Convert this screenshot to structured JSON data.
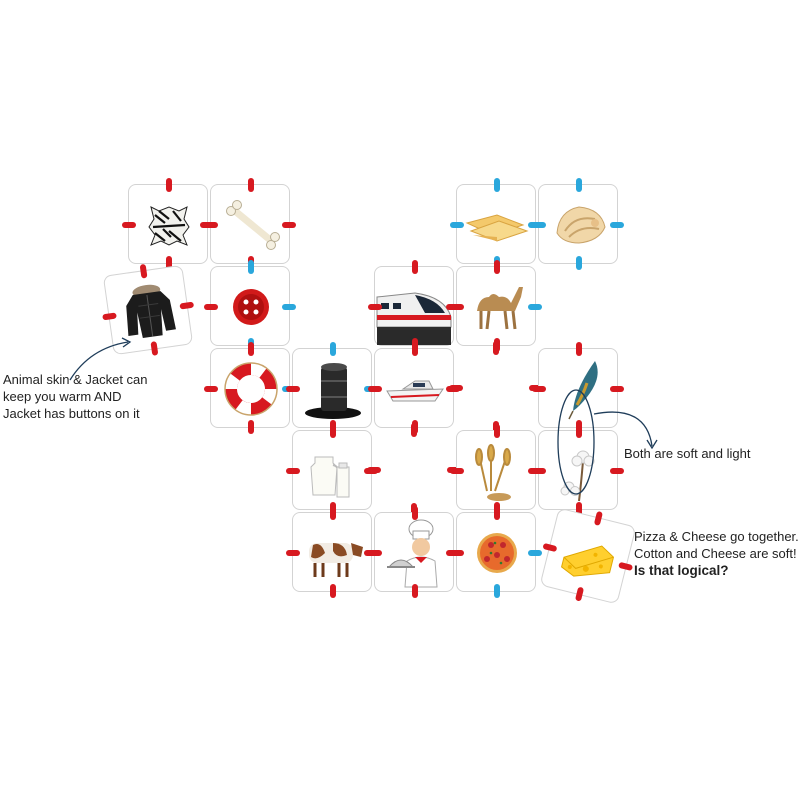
{
  "colors": {
    "red": "#d71920",
    "blue": "#2aa7dc",
    "border": "#d3d3d3",
    "annotation": "#1f3d5a"
  },
  "cards": [
    {
      "id": "zebra-skin",
      "icon": "zebra-skin-icon",
      "connectors": [
        "red",
        "red",
        "red",
        "red"
      ]
    },
    {
      "id": "bone",
      "icon": "bone-icon",
      "connectors": [
        "red",
        "red",
        "red",
        "red"
      ]
    },
    {
      "id": "cheese-slices",
      "icon": "cheese-slices-icon",
      "connectors": [
        "blue",
        "blue",
        "blue",
        "blue"
      ]
    },
    {
      "id": "seashell",
      "icon": "seashell-icon",
      "connectors": [
        "blue",
        "blue",
        "blue",
        "blue"
      ]
    },
    {
      "id": "jacket",
      "icon": "jacket-icon",
      "connectors": [
        "red",
        "red",
        "red",
        "red"
      ]
    },
    {
      "id": "button",
      "icon": "button-icon",
      "connectors": [
        "blue",
        "blue",
        "blue",
        "red"
      ]
    },
    {
      "id": "train",
      "icon": "train-icon",
      "connectors": [
        "red",
        "red",
        "red",
        "red"
      ]
    },
    {
      "id": "camel",
      "icon": "camel-icon",
      "connectors": [
        "red",
        "blue",
        "red",
        "red"
      ]
    },
    {
      "id": "lifebuoy",
      "icon": "lifebuoy-icon",
      "connectors": [
        "red",
        "blue",
        "red",
        "red"
      ]
    },
    {
      "id": "oil-barrel",
      "icon": "oil-barrel-icon",
      "connectors": [
        "blue",
        "blue",
        "red",
        "red"
      ]
    },
    {
      "id": "speedboat",
      "icon": "speedboat-icon",
      "connectors": [
        "red",
        "red",
        "red",
        "red"
      ]
    },
    {
      "id": "empty-1",
      "icon": "",
      "connectors": [
        "red",
        "red",
        "red",
        "red"
      ]
    },
    {
      "id": "feather",
      "icon": "feather-icon",
      "connectors": [
        "red",
        "red",
        "red",
        "red"
      ]
    },
    {
      "id": "milk",
      "icon": "milk-icon",
      "connectors": [
        "red",
        "red",
        "red",
        "red"
      ]
    },
    {
      "id": "empty-2",
      "icon": "",
      "connectors": [
        "red",
        "red",
        "red",
        "red"
      ]
    },
    {
      "id": "wheat",
      "icon": "wheat-icon",
      "connectors": [
        "red",
        "red",
        "red",
        "red"
      ]
    },
    {
      "id": "cotton",
      "icon": "cotton-icon",
      "connectors": [
        "red",
        "red",
        "red",
        "red"
      ]
    },
    {
      "id": "cow",
      "icon": "cow-icon",
      "connectors": [
        "red",
        "red",
        "red",
        "red"
      ]
    },
    {
      "id": "chef",
      "icon": "chef-icon",
      "connectors": [
        "red",
        "red",
        "red",
        "red"
      ]
    },
    {
      "id": "pizza",
      "icon": "pizza-icon",
      "connectors": [
        "red",
        "blue",
        "blue",
        "red"
      ]
    },
    {
      "id": "cheese-wedge",
      "icon": "cheese-wedge-icon",
      "connectors": [
        "red",
        "red",
        "red",
        "red"
      ]
    }
  ],
  "annotations": {
    "jacket_note": [
      "Animal skin & Jacket can",
      "keep you warm AND",
      "Jacket has buttons on it"
    ],
    "soft_note": "Both are soft and light",
    "pizza_note": [
      "Pizza & Cheese go together.",
      "Cotton and Cheese are soft!"
    ],
    "question": "Is that logical?"
  }
}
